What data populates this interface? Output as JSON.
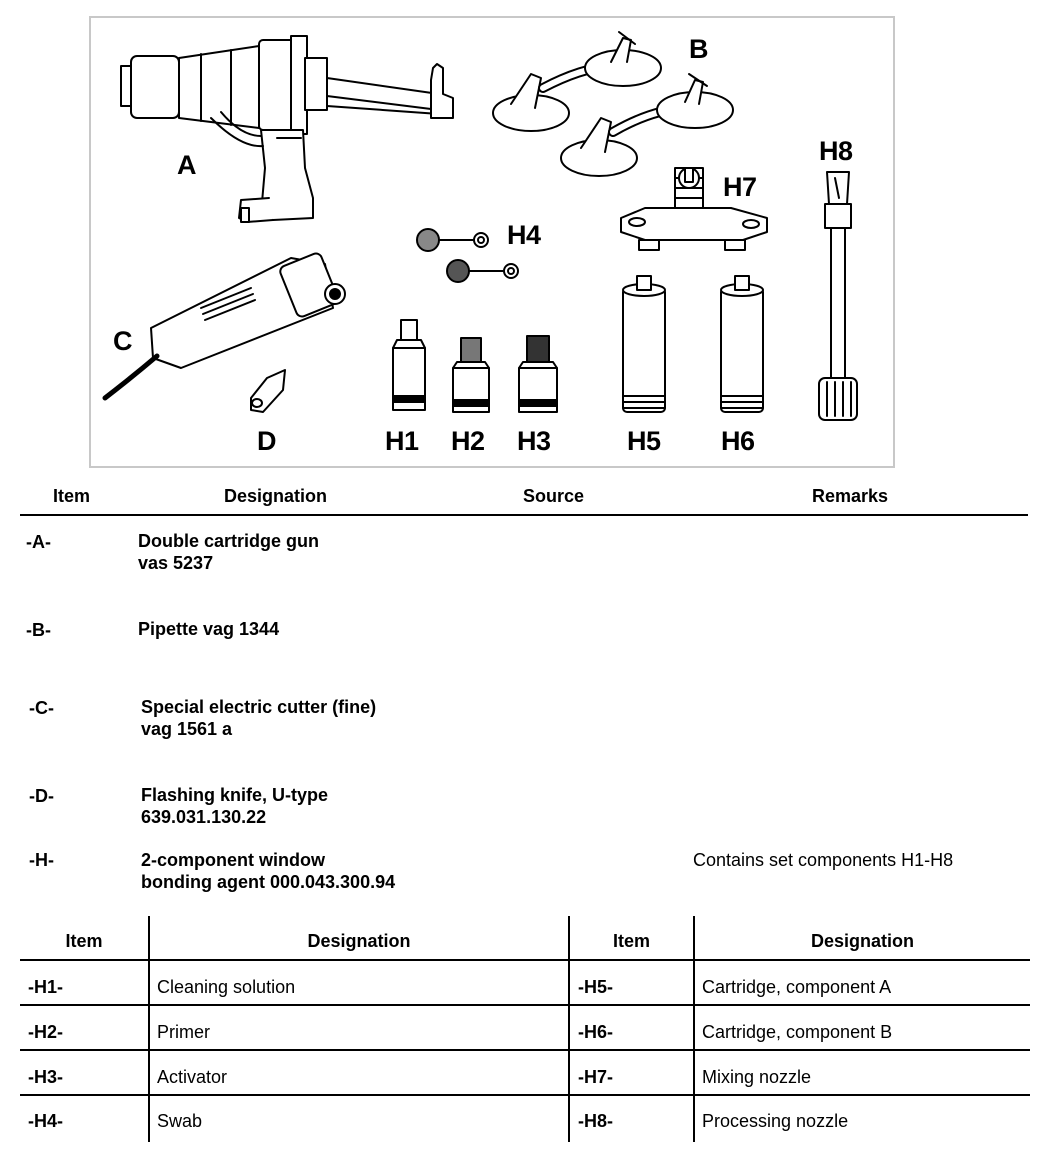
{
  "figure": {
    "labels": {
      "A": "A",
      "B": "B",
      "C": "C",
      "D": "D",
      "H1": "H1",
      "H2": "H2",
      "H3": "H3",
      "H4": "H4",
      "H5": "H5",
      "H6": "H6",
      "H7": "H7",
      "H8": "H8"
    }
  },
  "table": {
    "headers": {
      "item": "Item",
      "designation": "Designation",
      "source": "Source",
      "remarks": "Remarks"
    },
    "rows": [
      {
        "item": "-A-",
        "designation_line1": "Double cartridge gun",
        "designation_line2": "vas 5237",
        "remarks": ""
      },
      {
        "item": "-B-",
        "designation_line1": "Pipette vag 1344",
        "designation_line2": "",
        "remarks": ""
      },
      {
        "item": "-C-",
        "designation_line1": "Special electric cutter (fine)",
        "designation_line2": "vag 1561 a",
        "remarks": ""
      },
      {
        "item": "-D-",
        "designation_line1": "Flashing knife, U-type",
        "designation_line2": "639.031.130.22",
        "remarks": ""
      },
      {
        "item": "-H-",
        "designation_line1": "2-component window",
        "designation_line2": "bonding agent 000.043.300.94",
        "remarks": "Contains set components H1-H8"
      }
    ]
  },
  "subtable": {
    "headers": {
      "item_left": "Item",
      "designation_left": "Designation",
      "item_right": "Item",
      "designation_right": "Designation"
    },
    "rows": [
      {
        "left_item": "-H1-",
        "left_desig": "Cleaning solution",
        "right_item": "-H5-",
        "right_desig": "Cartridge, component A"
      },
      {
        "left_item": "-H2-",
        "left_desig": "Primer",
        "right_item": "-H6-",
        "right_desig": "Cartridge, component B"
      },
      {
        "left_item": "-H3-",
        "left_desig": "Activator",
        "right_item": "-H7-",
        "right_desig": "Mixing nozzle"
      },
      {
        "left_item": "-H4-",
        "left_desig": "Swab",
        "right_item": "-H8-",
        "right_desig": "Processing nozzle"
      }
    ]
  }
}
